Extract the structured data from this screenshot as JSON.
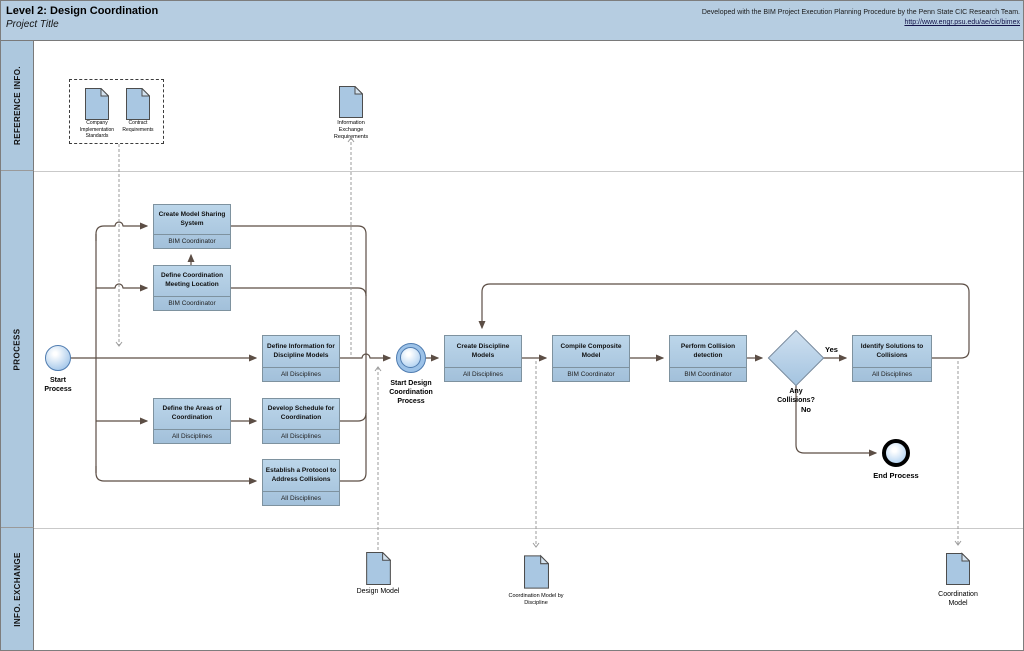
{
  "header": {
    "title": "Level 2: Design Coordination",
    "subtitle": "Project Title",
    "credit": "Developed with the BIM Project Execution Planning Procedure by the Penn State CIC Research Team.",
    "credit_link": "http://www.engr.psu.edu/ae/cic/bimex"
  },
  "lanes": [
    {
      "label": "REFERENCE INFO."
    },
    {
      "label": "PROCESS"
    },
    {
      "label": "INFO. EXCHANGE"
    }
  ],
  "process": {
    "events": {
      "start": {
        "label": "Start Process"
      },
      "intermediate": {
        "label": "Start Design Coordination Process"
      },
      "end": {
        "label": "End Process"
      }
    },
    "gateway": {
      "label": "Any Collisions?",
      "yes": "Yes",
      "no": "No"
    },
    "tasks": [
      {
        "title": "Create Model Sharing System",
        "role": "BIM Coordinator"
      },
      {
        "title": "Define Coordination Meeting Location",
        "role": "BIM Coordinator"
      },
      {
        "title": "Define Information for Discipline Models",
        "role": "All Disciplines"
      },
      {
        "title": "Define the Areas of Coordination",
        "role": "All Disciplines"
      },
      {
        "title": "Develop Schedule for Coordination",
        "role": "All Disciplines"
      },
      {
        "title": "Establish a Protocol to Address Collisions",
        "role": "All Disciplines"
      },
      {
        "title": "Create Discipline Models",
        "role": "All Disciplines"
      },
      {
        "title": "Compile Composite Model",
        "role": "BIM Coordinator"
      },
      {
        "title": "Perform Collision detection",
        "role": "BIM Coordinator"
      },
      {
        "title": "Identify Solutions to Collisions",
        "role": "All Disciplines"
      }
    ]
  },
  "documents": [
    {
      "label": "Company Implementation Standards"
    },
    {
      "label": "Contract Requirements"
    },
    {
      "label": "Information Exchange Requirements"
    },
    {
      "label": "Design Model"
    },
    {
      "label": "Coordination Model by Discipline"
    },
    {
      "label": "Coordination Model"
    }
  ],
  "colors": {
    "header_bg": "#b6cde1",
    "lane_bg": "#adc8de",
    "task_top": "#bcd6ea",
    "task_bottom": "#a2c0da",
    "task_border": "#7e929f",
    "doc_fill": "#a9c7e2",
    "doc_fold": "#d3e2ef",
    "wire": "#5c4e45",
    "dashed_wire": "#9b9b9b",
    "event_border": "#4f7cb0",
    "event_fill": "#9cc2e8",
    "end_ring": "#000000"
  }
}
